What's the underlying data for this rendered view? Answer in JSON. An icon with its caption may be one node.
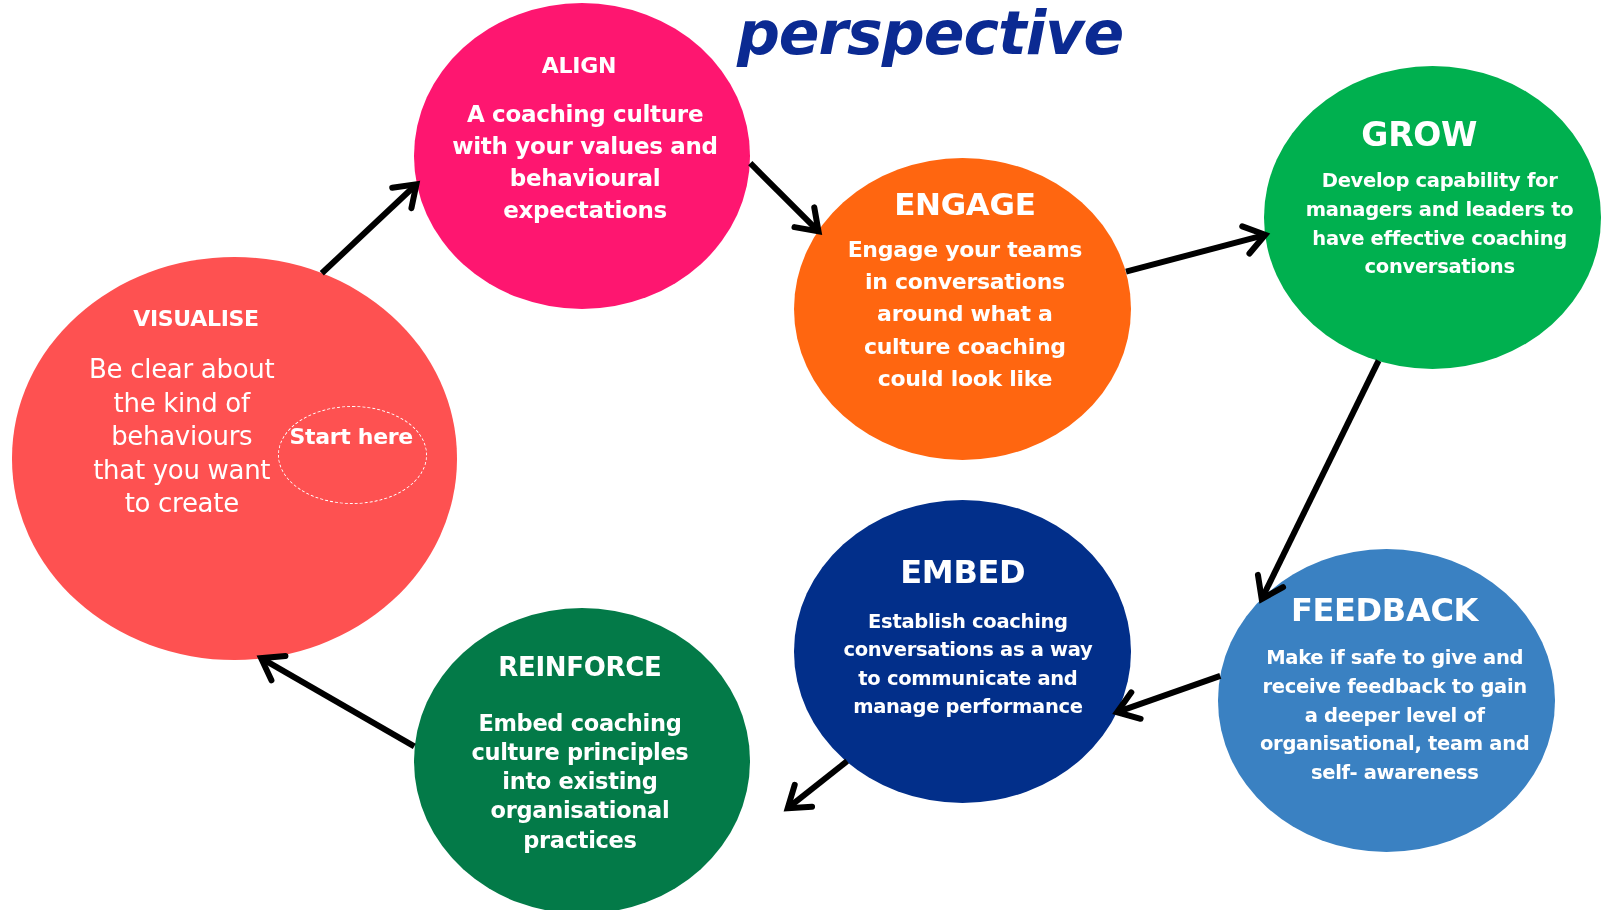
{
  "diagram": {
    "title": "perspective",
    "nodes": [
      {
        "text": [
          "VISUALISE",
          "Be clear about the kind of behaviours that you want to create"
        ]
      },
      {
        "text": [
          "Start here"
        ],
        "in": 0
      },
      {
        "text": [
          "ALIGN",
          "A coaching culture with your values and behavioural expectations"
        ]
      },
      {
        "text": [
          "ENGAGE",
          "Engage your teams in conversations around what a culture coaching could look like"
        ]
      },
      {
        "text": [
          "GROW",
          "Develop capability for managers and leaders to have effective coaching conversations"
        ]
      },
      {
        "text": [
          "FEEDBACK",
          "Make if safe to give and receive feedback to gain a deeper level of organisational, team and self- awareness"
        ]
      },
      {
        "text": [
          "EMBED",
          "Establish coaching conversations as a way to communicate and manage performance"
        ]
      },
      {
        "text": [
          "REINFORCE",
          "Embed coaching culture principles into existing organisational practices"
        ]
      }
    ],
    "edges": [
      {
        "from": 0,
        "to": 2,
        "arrow": "to"
      },
      {
        "from": 2,
        "to": 3,
        "arrow": "to"
      },
      {
        "from": 3,
        "to": 4,
        "arrow": "to"
      },
      {
        "from": 4,
        "to": 5,
        "arrow": "to"
      },
      {
        "from": 5,
        "to": 6,
        "arrow": "to"
      },
      {
        "from": 6,
        "to": 7,
        "arrow": "to"
      },
      {
        "from": 7,
        "to": 0,
        "arrow": "to"
      }
    ]
  }
}
